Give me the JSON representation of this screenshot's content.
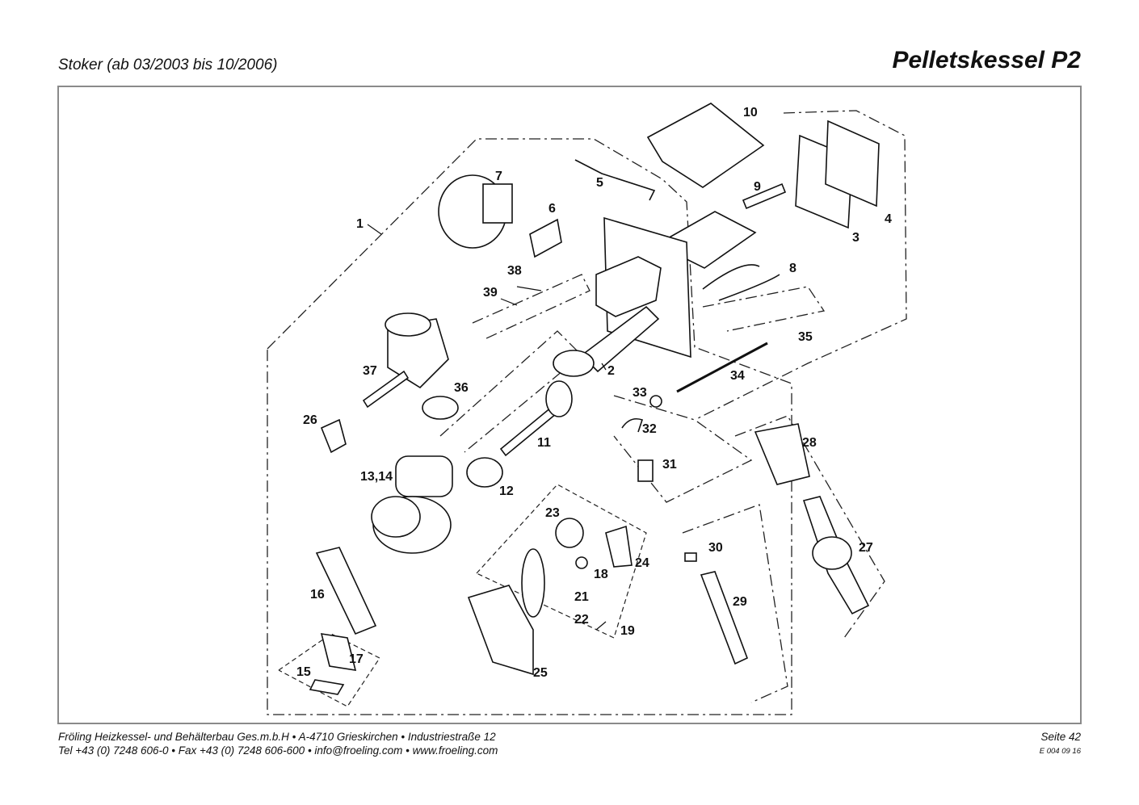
{
  "header": {
    "subtitle": "Stoker (ab 03/2003 bis 10/2006)",
    "title": "Pelletskessel P2"
  },
  "callouts": [
    {
      "id": "c1",
      "label": "1"
    },
    {
      "id": "c2",
      "label": "2"
    },
    {
      "id": "c3",
      "label": "3"
    },
    {
      "id": "c4",
      "label": "4"
    },
    {
      "id": "c5",
      "label": "5"
    },
    {
      "id": "c6",
      "label": "6"
    },
    {
      "id": "c7",
      "label": "7"
    },
    {
      "id": "c8",
      "label": "8"
    },
    {
      "id": "c9",
      "label": "9"
    },
    {
      "id": "c10",
      "label": "10"
    },
    {
      "id": "c11",
      "label": "11"
    },
    {
      "id": "c12",
      "label": "12"
    },
    {
      "id": "c13",
      "label": "13,14"
    },
    {
      "id": "c15",
      "label": "15"
    },
    {
      "id": "c16",
      "label": "16"
    },
    {
      "id": "c17",
      "label": "17"
    },
    {
      "id": "c18",
      "label": "18"
    },
    {
      "id": "c19",
      "label": "19"
    },
    {
      "id": "c21",
      "label": "21"
    },
    {
      "id": "c22",
      "label": "22"
    },
    {
      "id": "c23",
      "label": "23"
    },
    {
      "id": "c24",
      "label": "24"
    },
    {
      "id": "c25",
      "label": "25"
    },
    {
      "id": "c26",
      "label": "26"
    },
    {
      "id": "c27",
      "label": "27"
    },
    {
      "id": "c28",
      "label": "28"
    },
    {
      "id": "c29",
      "label": "29"
    },
    {
      "id": "c30",
      "label": "30"
    },
    {
      "id": "c31",
      "label": "31"
    },
    {
      "id": "c32",
      "label": "32"
    },
    {
      "id": "c33",
      "label": "33"
    },
    {
      "id": "c34",
      "label": "34"
    },
    {
      "id": "c35",
      "label": "35"
    },
    {
      "id": "c36",
      "label": "36"
    },
    {
      "id": "c37",
      "label": "37"
    },
    {
      "id": "c38",
      "label": "38"
    },
    {
      "id": "c39",
      "label": "39"
    }
  ],
  "footer": {
    "line1": "Fröling Heizkessel- und Behälterbau Ges.m.b.H  •  A-4710 Grieskirchen  •  Industriestraße 12",
    "line2": "Tel +43 (0) 7248 606-0  •  Fax +43 (0) 7248 606-600  •  info@froeling.com  •  www.froeling.com",
    "page": "Seite 42",
    "code": "E 004 09 16"
  }
}
